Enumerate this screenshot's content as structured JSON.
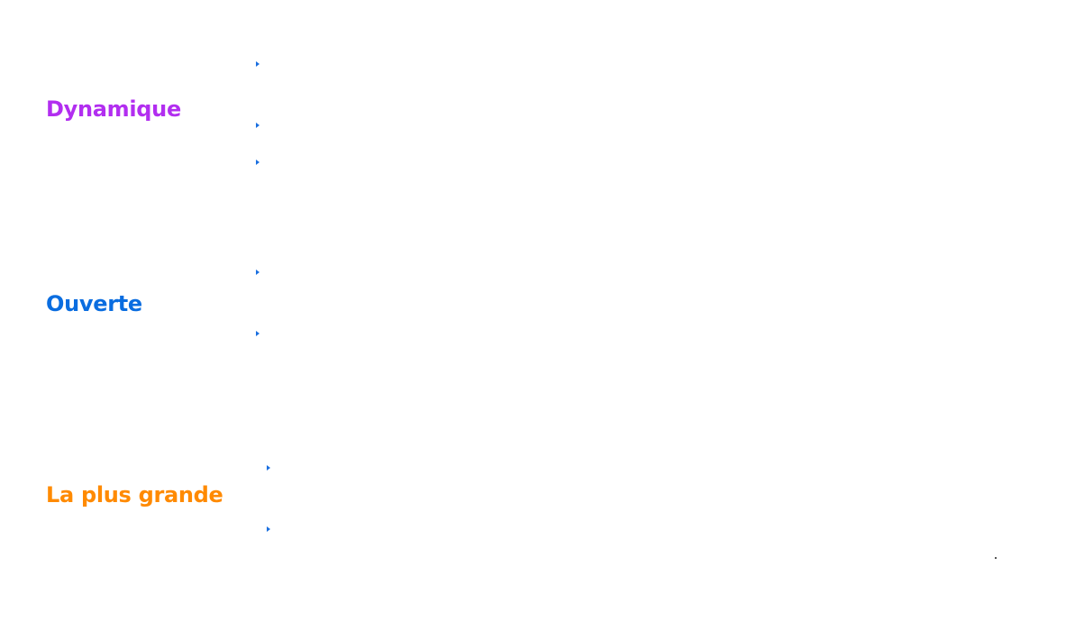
{
  "sections": [
    {
      "title": "Dynamique",
      "color": "#b22ef0"
    },
    {
      "title": "Ouverte",
      "color": "#0a6de0"
    },
    {
      "title": "La plus grande",
      "color": "#ff8a00"
    }
  ],
  "bullet_color": "#1a6fe0",
  "bullet_icon": "triangle-right-icon"
}
